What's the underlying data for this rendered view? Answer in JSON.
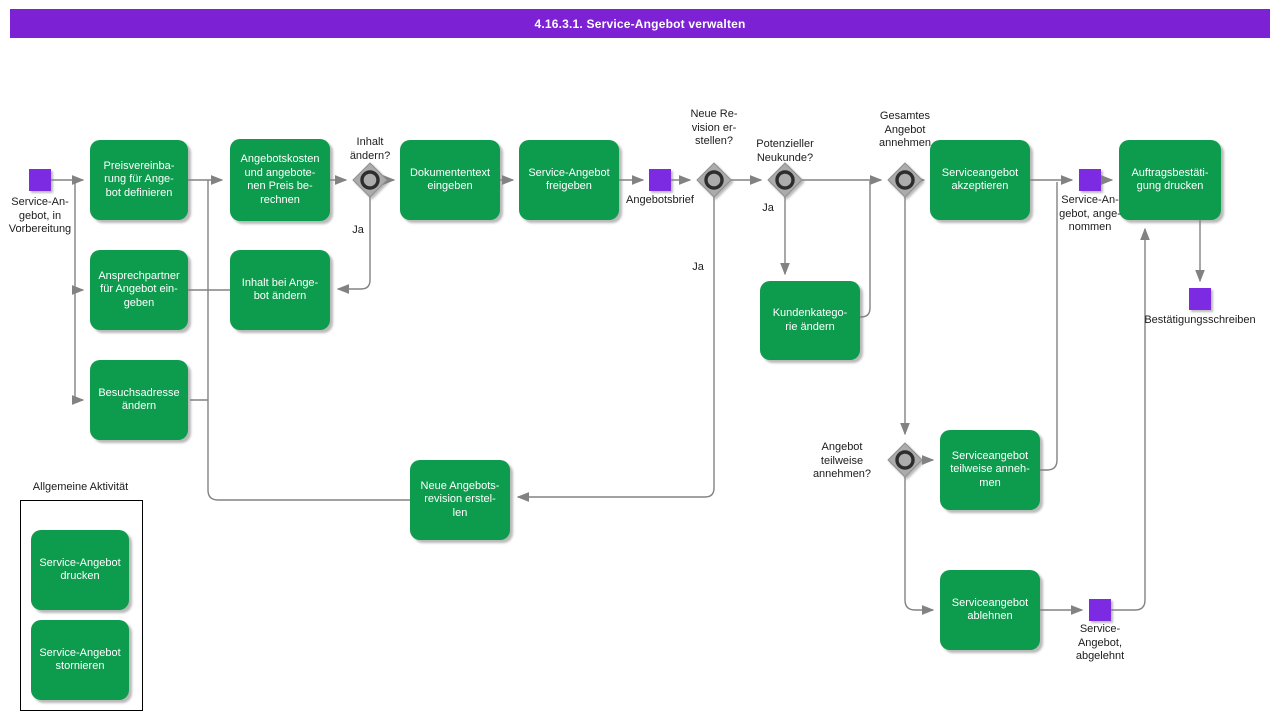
{
  "title": "4.16.3.1. Service-Angebot verwalten",
  "colors": {
    "header_bg": "#7c21d4",
    "activity_green": "#0d9b4d",
    "event_purple": "#7c2be2",
    "connector_gray": "#828282",
    "gateway_gray": "#ababab"
  },
  "activities": {
    "preisvereinbarung": "Preisvereinba-\nrung für Ange-\nbot definieren",
    "ansprechpartner": "Ansprechpartner\nfür Angebot ein-\ngeben",
    "besuchsadresse": "Besuchsadresse\nändern",
    "angebotskosten": "Angebotskosten\nund angebote-\nnen Preis be-\nrechnen",
    "inhalt_bei_angebot": "Inhalt bei Ange-\nbot ändern",
    "dokumententext": "Dokumententext\neingeben",
    "freigeben": "Service-Angebot\nfreigeben",
    "kundenkategorie": "Kundenkatego-\nrie ändern",
    "akzeptieren": "Serviceangebot\nakzeptieren",
    "auftragsbestaetigung": "Auftragsbestäti-\ngung drucken",
    "neue_revision": "Neue Angebots-\nrevision erstel-\nlen",
    "teilweise_annehmen": "Serviceangebot\nteilweise anneh-\nmen",
    "ablehnen": "Serviceangebot\nablehnen"
  },
  "events": {
    "start": "Service-An-\ngebot, in\nVorbereitung",
    "angebotsbrief": "Angebotsbrief",
    "angenommen": "Service-An-\ngebot, ange-\nnommen",
    "bestaetigungsschreiben": "Bestätigungsschreiben",
    "abgelehnt": "Service-\nAngebot,\nabgelehnt"
  },
  "gateways": {
    "inhalt": {
      "question": "Inhalt\nändern?",
      "yes": "Ja"
    },
    "revision": {
      "question": "Neue Re-\nvision er-\nstellen?",
      "yes": "Ja"
    },
    "neukunde": {
      "question": "Potenzieller\nNeukunde?",
      "yes": "Ja"
    },
    "gesamt": {
      "question": "Gesamtes\nAngebot\nannehmen"
    },
    "teilweise": {
      "question": "Angebot\nteilweise\nannehmen?"
    }
  },
  "legend": {
    "title": "Allgemeine Aktivität",
    "items": [
      "Service-Angebot\ndrucken",
      "Service-Angebot\nstornieren"
    ]
  }
}
